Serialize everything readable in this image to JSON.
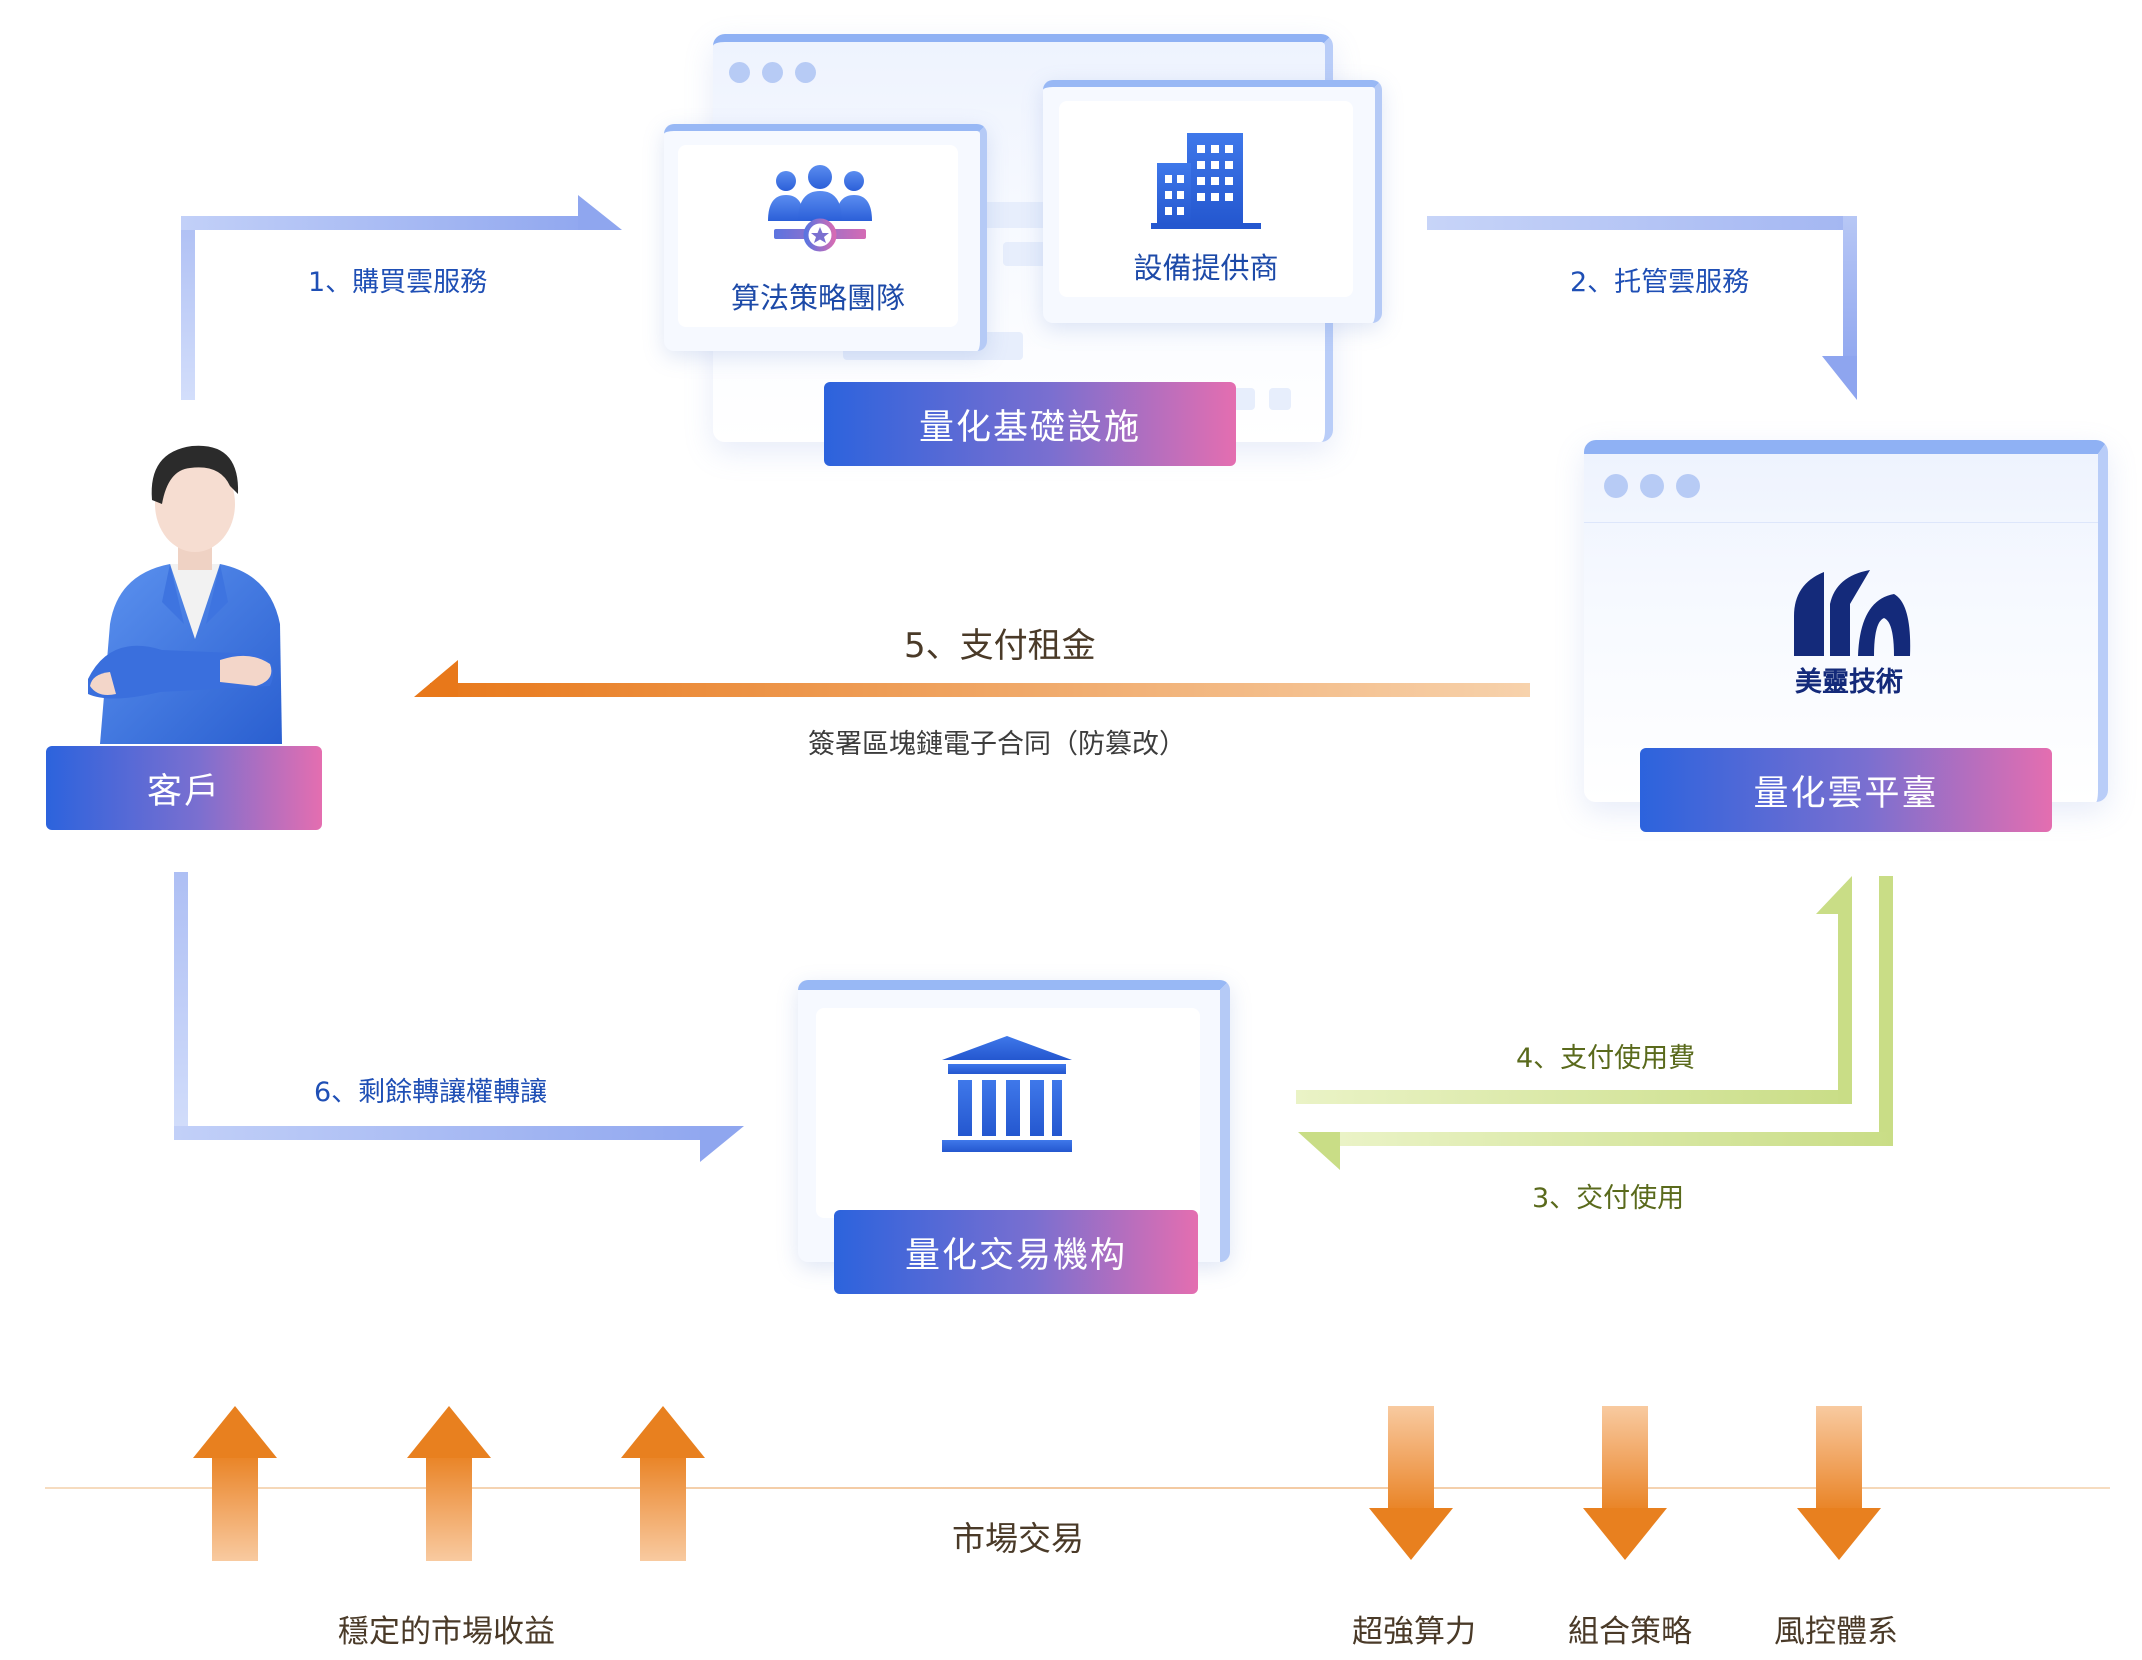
{
  "colors": {
    "blue_accent": "#2c63dd",
    "pink_accent": "#e46eb0",
    "orange_arrow": "#ea7d1e",
    "green_arrow": "#c9dd86",
    "blue_arrow": "#a9bdf5"
  },
  "infrastructure": {
    "pill_label": "量化基礎設施",
    "algo_team_label": "算法策略團隊",
    "equipment_label": "設備提供商"
  },
  "platform": {
    "pill_label": "量化雲平臺",
    "logo_text": "美靈技術"
  },
  "customer": {
    "pill_label": "客戶"
  },
  "institution": {
    "pill_label": "量化交易機构"
  },
  "flows": {
    "step1": "1、購買雲服務",
    "step2": "2、托管雲服務",
    "step3": "3、交付使用",
    "step4": "4、支付使用費",
    "step5": "5、支付租金",
    "step5_note": "簽署區塊鏈電子合同（防篡改）",
    "step6": "6、剩餘轉讓權轉讓"
  },
  "market": {
    "label": "市場交易",
    "left_caption": "穩定的市場收益",
    "right_items": [
      "超強算力",
      "組合策略",
      "風控體系"
    ]
  },
  "icons": [
    "team-icon",
    "building-icon",
    "bank-icon",
    "businessman-illustration",
    "meiling-logo"
  ]
}
